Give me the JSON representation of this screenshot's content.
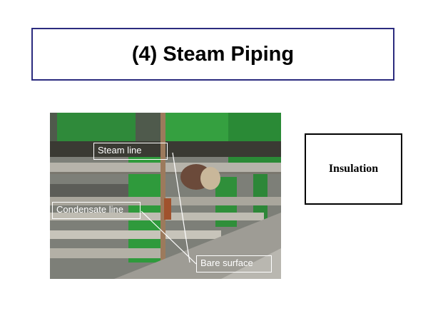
{
  "slide": {
    "title": "(4) Steam Piping",
    "photo_labels": {
      "steam_line": "Steam line",
      "condensate_line": "Condensate line",
      "bare_surface": "Bare surface"
    },
    "side_box": "Insulation"
  }
}
